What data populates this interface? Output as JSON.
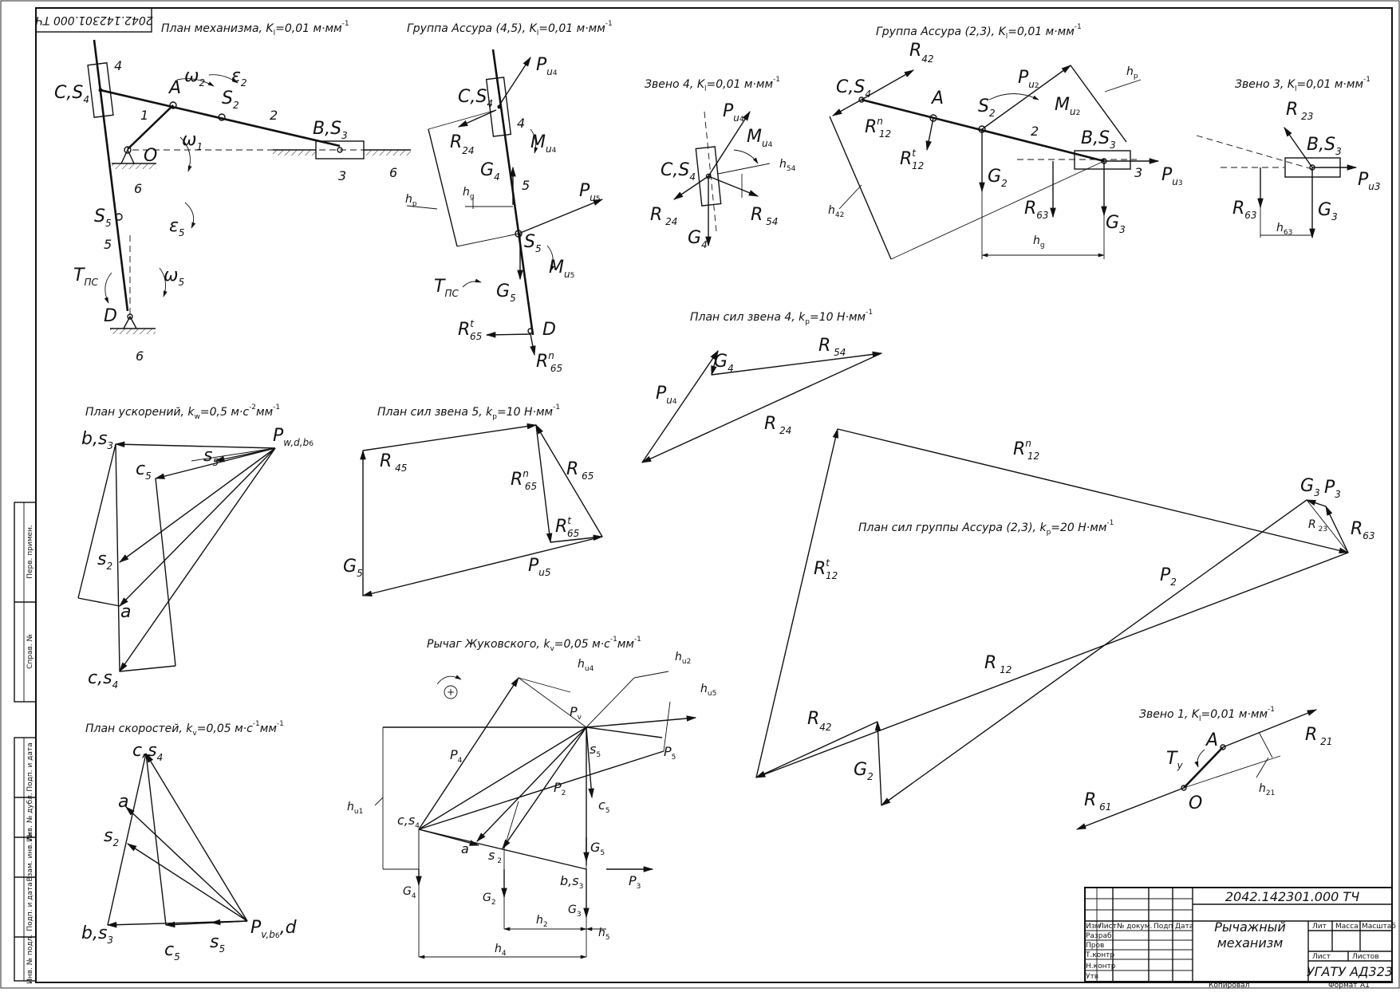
{
  "sheet": {
    "stamp_code": "2042.142301.000 ТЧ",
    "title_block": {
      "doc_code": "2042.142301.000 ТЧ",
      "name_line1": "Рычажный",
      "name_line2": "механизм",
      "org": "УГАТУ АД323",
      "col_izm": "Изм",
      "col_list": "Лист",
      "col_doc": "№ докум.",
      "col_sign": "Подп",
      "col_date": "Дата",
      "row_razrab": "Разраб",
      "row_prov": "Пров",
      "row_tkontr": "Т.контр",
      "row_nkontr": "Н.контр",
      "row_utv": "Утв",
      "lit": "Лит",
      "massa": "Масса",
      "masshtab": "Масштаб",
      "list": "Лист",
      "listov": "Листов",
      "kopiroval": "Копировал",
      "format": "Формат",
      "format_val": "А1"
    },
    "side_stamp": {
      "perv_primen": "Перв. примен.",
      "sprav": "Справ. №",
      "podp_data1": "Подп. и дата",
      "inv_dubl": "Инв. № дубл.",
      "vzam_inv": "Взам. инв. №",
      "podp_data2": "Подп. и дата",
      "inv_podl": "Инв. № подл."
    }
  },
  "titles": {
    "mechanism": "План механизма, K",
    "assur45": "Группа Ассура (4,5), K",
    "zveno4": "Звено 4, K",
    "assur23": "Группа Ассура (2,3), K",
    "zveno3": "Звено 3, K",
    "forces4": "План сил звена 4, k",
    "accel": "План ускорений, k",
    "forces5": "План сил звена 5, k",
    "forces23": "План сил группы Ассура (2,3), k",
    "zhukovsky": "Рычаг Жуковского, k",
    "velocity": "План скоростей, k",
    "zveno1": "Звено 1, K"
  },
  "scales": {
    "kl": "=0,01 м·мм",
    "kp10": "=10 Н·мм",
    "kp20": "=20 Н·мм",
    "kw": "=0,5 м·с",
    "kv": "=0,05 м·с"
  },
  "labels": {
    "CS4": "C,S",
    "A": "A",
    "S2": "S",
    "B_S3": "B,S",
    "O": "O",
    "D": "D",
    "S5": "S",
    "Tpc": "T",
    "omega": "ω",
    "eps": "ε",
    "n1": "1",
    "n2": "2",
    "n3": "3",
    "n4": "4",
    "n5": "5",
    "n6": "6",
    "P": "P",
    "M": "M",
    "G": "G",
    "R": "R",
    "h": "h",
    "sub_u": "u",
    "sub_n": "n",
    "sub_t": "t",
    "s2_lower": "s",
    "a_lower": "a",
    "c5": "c",
    "bs3": "b,s",
    "cs4": "c,s",
    "Pw_db6": "P",
    "w_db6": "w,d,b",
    "Pv_b6d": "P",
    "v_b6d": "v,b",
    "d": ",d",
    "Ty": "T",
    "y": "у",
    "R21": "R",
    "R61": "R",
    "h21": "h",
    "P2": "P",
    "P3": "P",
    "P4": "P",
    "P5": "P",
    "plus": "+"
  }
}
